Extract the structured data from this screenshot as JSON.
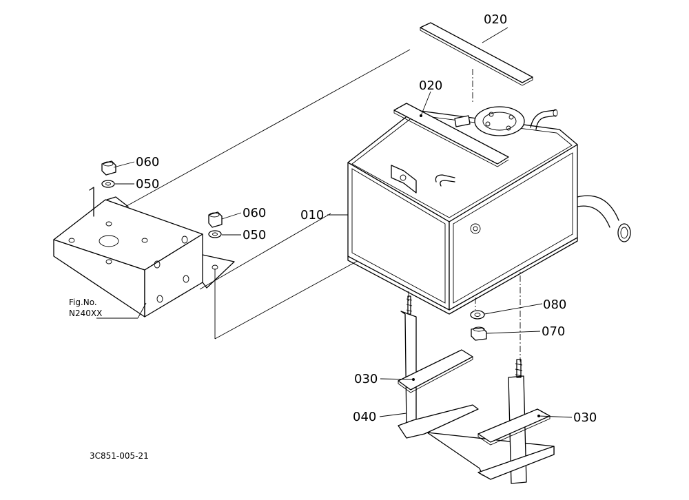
{
  "labels": {
    "p010": "010",
    "p020_top": "020",
    "p020_mid": "020",
    "p030_left": "030",
    "p030_right": "030",
    "p040": "040",
    "p050_left": "050",
    "p050_right": "050",
    "p060_left": "060",
    "p060_right": "060",
    "p070": "070",
    "p080": "080"
  },
  "figure_ref": {
    "line1": "Fig.No.",
    "line2": "N240XX"
  },
  "drawing_code": "3C851-005-21"
}
